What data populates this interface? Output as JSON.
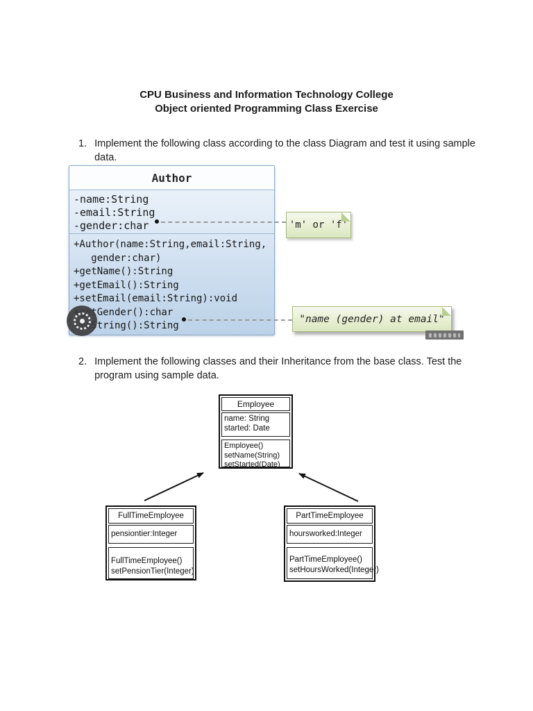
{
  "document": {
    "title_line1": "CPU Business and Information Technology College",
    "title_line2": "Object oriented Programming Class Exercise",
    "item1_number": "1.",
    "item1_text": "Implement the following class according to the class Diagram and test it using sample data.",
    "item2_number": "2.",
    "item2_text": "Implement the following classes and their Inheritance from the base class. Test the program using sample data."
  },
  "author": {
    "class_name": "Author",
    "attributes": [
      "-name:String",
      "-email:String",
      "-gender:char"
    ],
    "methods": [
      "+Author(name:String,email:String,",
      "   gender:char)",
      "+getName():String",
      "+getEmail():String",
      "+setEmail(email:String):void",
      "+getGender():char",
      "+toString():String"
    ],
    "note_gender": "'m' or 'f'",
    "note_tostring": "\"name (gender) at email\"",
    "colors": {
      "box_border": "#8aa9c9",
      "box_fill_top": "#eef4fa",
      "box_fill_bottom": "#bcd2e8",
      "note_fill": "#e8efd3",
      "note_border": "#a3b97d"
    }
  },
  "inheritance": {
    "employee": {
      "name": "Employee",
      "attr1": "name: String",
      "attr2": "started: Date",
      "m1": "Employee()",
      "m2": "setName(String)",
      "m3": "setStarted(Date)"
    },
    "fulltime": {
      "name": "FullTimeEmployee",
      "attr1": "pensiontier:Integer",
      "m1": "FullTimeEmployee()",
      "m2": "setPensionTier(Integer)"
    },
    "parttime": {
      "name": "PartTimeEmployee",
      "attr1": "hoursworked:Integer",
      "m1": "PartTimeEmployee()",
      "m2": "setHoursWorked(Integer)"
    }
  }
}
